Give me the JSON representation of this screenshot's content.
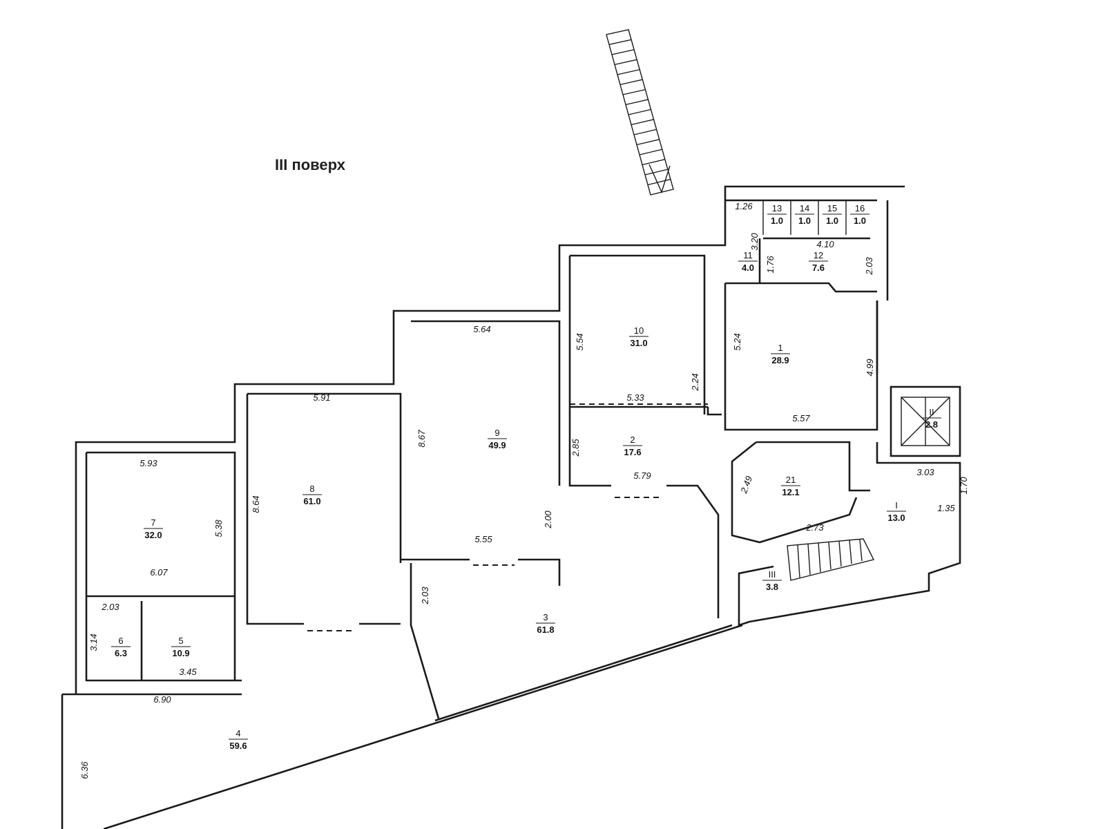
{
  "title": "III поверх",
  "rooms": [
    {
      "id": "r1",
      "number": "1",
      "area": "28.9"
    },
    {
      "id": "r2",
      "number": "2",
      "area": "17.6"
    },
    {
      "id": "r3",
      "number": "3",
      "area": "61.8"
    },
    {
      "id": "r4",
      "number": "4",
      "area": "59.6"
    },
    {
      "id": "r5",
      "number": "5",
      "area": "10.9"
    },
    {
      "id": "r6",
      "number": "6",
      "area": "6.3"
    },
    {
      "id": "r7",
      "number": "7",
      "area": "32.0"
    },
    {
      "id": "r8",
      "number": "8",
      "area": "61.0"
    },
    {
      "id": "r9",
      "number": "9",
      "area": "49.9"
    },
    {
      "id": "r10",
      "number": "10",
      "area": "31.0"
    },
    {
      "id": "r11",
      "number": "11",
      "area": "4.0"
    },
    {
      "id": "r12",
      "number": "12",
      "area": "7.6"
    },
    {
      "id": "r13",
      "number": "13",
      "area": "1.0"
    },
    {
      "id": "r14",
      "number": "14",
      "area": "1.0"
    },
    {
      "id": "r15",
      "number": "15",
      "area": "1.0"
    },
    {
      "id": "r16",
      "number": "16",
      "area": "1.0"
    },
    {
      "id": "r21",
      "number": "21",
      "area": "12.1"
    },
    {
      "id": "rI",
      "number": "I",
      "area": "13.0"
    },
    {
      "id": "rII",
      "number": "II",
      "area": "2.8"
    },
    {
      "id": "rIII",
      "number": "III",
      "area": "3.8"
    }
  ],
  "dimensions": [
    {
      "id": "d1",
      "value": "5.93"
    },
    {
      "id": "d2",
      "value": "5.38"
    },
    {
      "id": "d3",
      "value": "6.07"
    },
    {
      "id": "d4",
      "value": "2.03"
    },
    {
      "id": "d5",
      "value": "3.14"
    },
    {
      "id": "d6",
      "value": "3.45"
    },
    {
      "id": "d7",
      "value": "6.90"
    },
    {
      "id": "d8",
      "value": "6.36"
    },
    {
      "id": "d9",
      "value": "5.91"
    },
    {
      "id": "d10",
      "value": "8.64"
    },
    {
      "id": "d11",
      "value": "5.64"
    },
    {
      "id": "d12",
      "value": "8.67"
    },
    {
      "id": "d13",
      "value": "5.55"
    },
    {
      "id": "d14",
      "value": "2.03"
    },
    {
      "id": "d15",
      "value": "5.54"
    },
    {
      "id": "d16",
      "value": "2.24"
    },
    {
      "id": "d17",
      "value": "5.33"
    },
    {
      "id": "d18",
      "value": "2.85"
    },
    {
      "id": "d19",
      "value": "5.79"
    },
    {
      "id": "d20",
      "value": "2.00"
    },
    {
      "id": "d21",
      "value": "5.24"
    },
    {
      "id": "d22",
      "value": "4.99"
    },
    {
      "id": "d23",
      "value": "5.57"
    },
    {
      "id": "d24",
      "value": "1.26"
    },
    {
      "id": "d25",
      "value": "3.20"
    },
    {
      "id": "d26",
      "value": "1.76"
    },
    {
      "id": "d27",
      "value": "4.10"
    },
    {
      "id": "d28",
      "value": "2.03"
    },
    {
      "id": "d29",
      "value": "2.49"
    },
    {
      "id": "d30",
      "value": "2.73"
    },
    {
      "id": "d31",
      "value": "3.03"
    },
    {
      "id": "d32",
      "value": "1.70"
    },
    {
      "id": "d33",
      "value": "1.35"
    }
  ]
}
